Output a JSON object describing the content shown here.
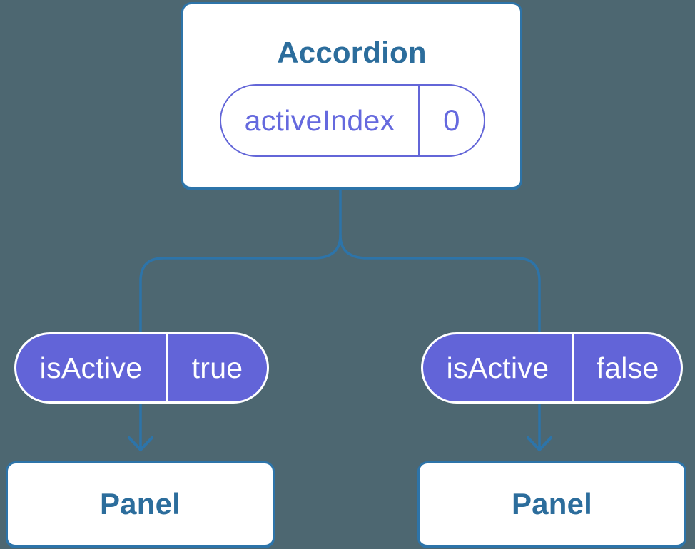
{
  "diagram": {
    "colors": {
      "background": "#4d6771",
      "line_blue": "#2d74a9",
      "title_text": "#2c6d9c",
      "pill_fill_purple": "#6264d8",
      "pill_outline_purple": "#6366d8",
      "pill_text_purple": "#6569de",
      "pill_text_white": "#ffffff",
      "card_fill": "#ffffff"
    },
    "root": {
      "title": "Accordion",
      "state": {
        "name": "activeIndex",
        "value": "0"
      }
    },
    "children": [
      {
        "prop": {
          "name": "isActive",
          "value": "true"
        },
        "title": "Panel"
      },
      {
        "prop": {
          "name": "isActive",
          "value": "false"
        },
        "title": "Panel"
      }
    ]
  }
}
